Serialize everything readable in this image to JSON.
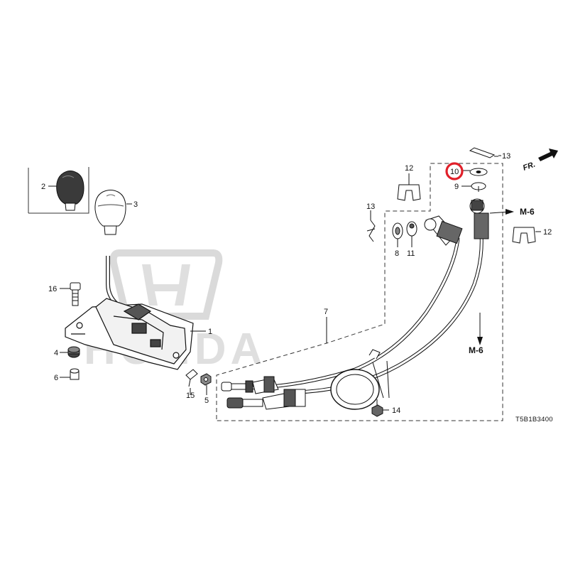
{
  "diagram": {
    "part_numbers": {
      "p1": "1",
      "p2": "2",
      "p3": "3",
      "p4": "4",
      "p5": "5",
      "p6": "6",
      "p7": "7",
      "p8": "8",
      "p9": "9",
      "p10": "10",
      "p11": "11",
      "p12a": "12",
      "p12b": "12",
      "p13a": "13",
      "p13b": "13",
      "p14": "14",
      "p15": "15",
      "p16": "16"
    },
    "refs": {
      "m6_upper": "M-6",
      "m6_lower": "M-6"
    },
    "front_indicator": "FR.",
    "diagram_code": "T5B1B3400",
    "watermark": "HONDA",
    "highlighted_part": "10",
    "highlight_color": "#e0202a"
  }
}
